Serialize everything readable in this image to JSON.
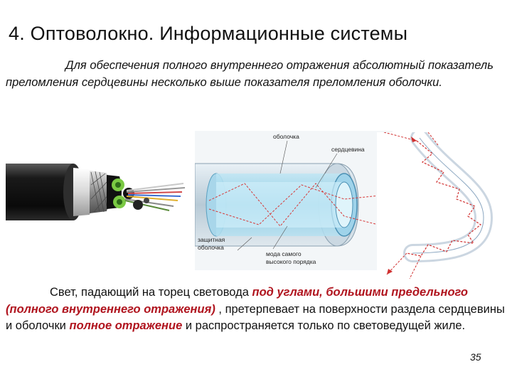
{
  "slide": {
    "title": "4. Оптоволокно. Информационные системы",
    "intro": "Для обеспечения полного внутреннего отражения абсолютный показатель преломления сердцевины несколько выше показателя преломления оболочки.",
    "body": {
      "part1": "Свет, падающий на торец световода ",
      "emph1": "под углами, большими предельного (полного внутреннего отражения)",
      "part2": " , претерпевает на поверхности раздела сердцевины и оболочки ",
      "emph2": "полное отражение",
      "part3": " и распространяется только по световедущей жиле."
    },
    "page_number": "35",
    "emphasis_color": "#b0141e"
  },
  "figures": {
    "fiber_diagram": {
      "label_cladding": "оболочка",
      "label_core": "сердцевина",
      "label_protective_1": "защитная",
      "label_protective_2": "оболочка",
      "label_mode_1": "мода самого",
      "label_mode_2": "высокого порядка"
    }
  }
}
